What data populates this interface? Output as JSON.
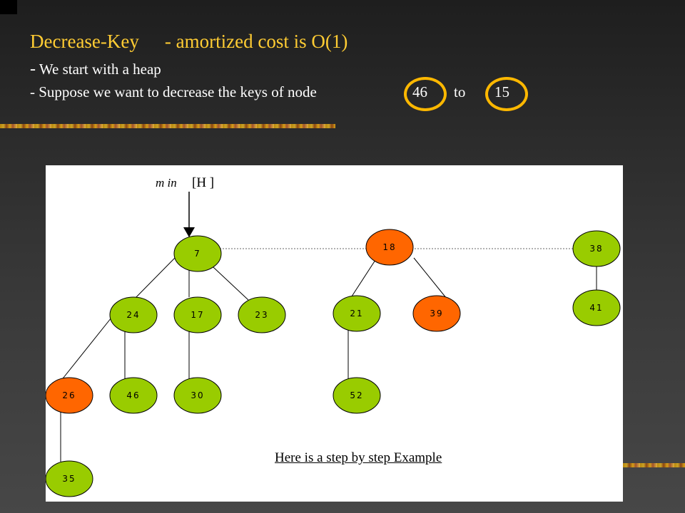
{
  "slide": {
    "title_main": "Decrease-Key",
    "title_cost": "- amortized cost is O(1)",
    "line1_dash": "-",
    "line1_text": "We start with a heap",
    "line2_text": "-  Suppose we want to decrease the keys of node",
    "line2_from": "46",
    "line2_to_word": "to",
    "line2_to": "15"
  },
  "diagram": {
    "min_pointer_label": "m in",
    "min_pointer_bracket": "[H ]",
    "nodes": [
      {
        "id": "n7",
        "key": "7",
        "color": "green"
      },
      {
        "id": "n24",
        "key": "24",
        "color": "green"
      },
      {
        "id": "n17",
        "key": "17",
        "color": "green"
      },
      {
        "id": "n23",
        "key": "23",
        "color": "green"
      },
      {
        "id": "n26",
        "key": "26",
        "color": "orange"
      },
      {
        "id": "n46",
        "key": "46",
        "color": "green"
      },
      {
        "id": "n30",
        "key": "30",
        "color": "green"
      },
      {
        "id": "n35",
        "key": "35",
        "color": "green"
      },
      {
        "id": "n18",
        "key": "18",
        "color": "orange"
      },
      {
        "id": "n21",
        "key": "21",
        "color": "green"
      },
      {
        "id": "n39",
        "key": "39",
        "color": "orange"
      },
      {
        "id": "n52",
        "key": "52",
        "color": "green"
      },
      {
        "id": "n38",
        "key": "38",
        "color": "green"
      },
      {
        "id": "n41",
        "key": "41",
        "color": "green"
      }
    ],
    "example_caption": "Here is a step by step Example"
  },
  "colors": {
    "title": "#ffcc33",
    "circle": "#ffb800",
    "green_node": "#99cc00",
    "orange_node": "#ff6600"
  }
}
